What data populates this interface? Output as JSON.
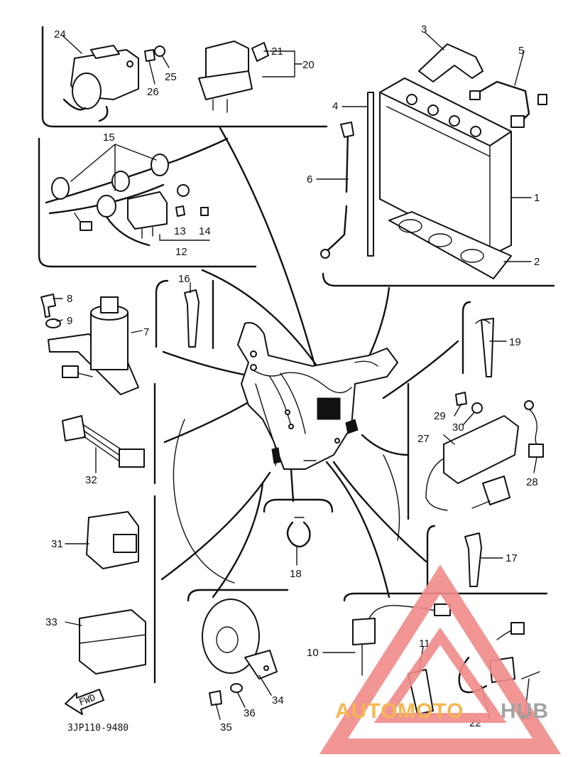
{
  "diagram": {
    "part_code": "3JP110-9480",
    "fwd_arrow_label": "FWD",
    "callouts": {
      "c1": "1",
      "c2": "2",
      "c3": "3",
      "c4": "4",
      "c5": "5",
      "c6": "6",
      "c7": "7",
      "c8": "8",
      "c9": "9",
      "c10": "10",
      "c11": "11",
      "c12": "12",
      "c13": "13",
      "c14": "14",
      "c15": "15",
      "c16": "16",
      "c17": "17",
      "c18": "18",
      "c19": "19",
      "c20": "20",
      "c21": "21",
      "c22": "22",
      "c23": "23",
      "c24": "24",
      "c25": "25",
      "c26": "26",
      "c27": "27",
      "c28": "28",
      "c29": "29",
      "c30": "30",
      "c31": "31",
      "c32": "32",
      "c33": "33",
      "c34": "34",
      "c35": "35",
      "c36": "36"
    }
  },
  "watermark": {
    "text_auto": "AUTO",
    "text_moto": "MOTO",
    "text_hub": "HUB",
    "color_primary": "#f08a8a",
    "color_accent": "#f5b041",
    "color_hub": "#9a9a9a"
  }
}
